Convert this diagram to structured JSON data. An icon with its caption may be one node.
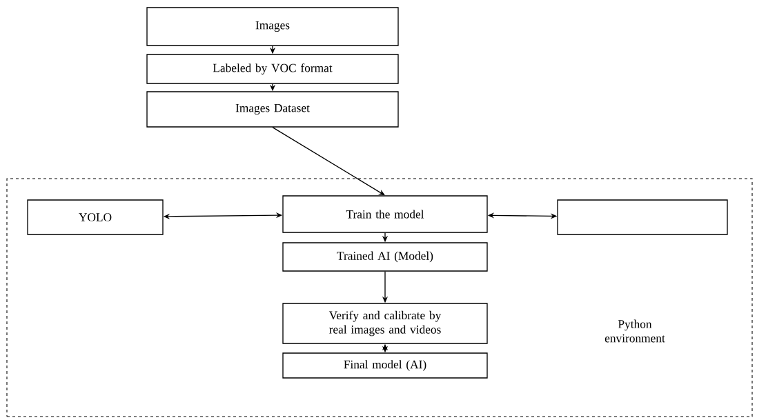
{
  "diagram": {
    "nodes": [
      {
        "text": [
          "Images"
        ]
      },
      {
        "text": [
          "Labeled by VOC format"
        ]
      },
      {
        "text": [
          "Images Dataset"
        ]
      },
      {
        "text": [
          "Python environment"
        ]
      },
      {
        "text": [
          "YOLO"
        ],
        "in": 3
      },
      {
        "text": [
          "Train the model"
        ],
        "in": 3
      },
      {
        "text": [],
        "shape": "box",
        "in": 3
      },
      {
        "text": [
          "Trained AI (Model)"
        ],
        "in": 3
      },
      {
        "text": [
          "Verify and calibrate by real images and videos"
        ],
        "in": 3
      },
      {
        "text": [
          "Final model (AI)"
        ],
        "in": 3
      }
    ],
    "edges": [
      {
        "from": 0,
        "to": 1,
        "arrow": "to"
      },
      {
        "from": 1,
        "to": 2,
        "arrow": "to"
      },
      {
        "from": 2,
        "to": 5,
        "arrow": "to"
      },
      {
        "from": 4,
        "to": 5,
        "arrow": "both"
      },
      {
        "from": 5,
        "to": 6,
        "arrow": "both"
      },
      {
        "from": 5,
        "to": 7,
        "arrow": "to"
      },
      {
        "from": 7,
        "to": 8,
        "arrow": "to"
      },
      {
        "from": 8,
        "to": 9,
        "arrow": "both"
      }
    ]
  }
}
